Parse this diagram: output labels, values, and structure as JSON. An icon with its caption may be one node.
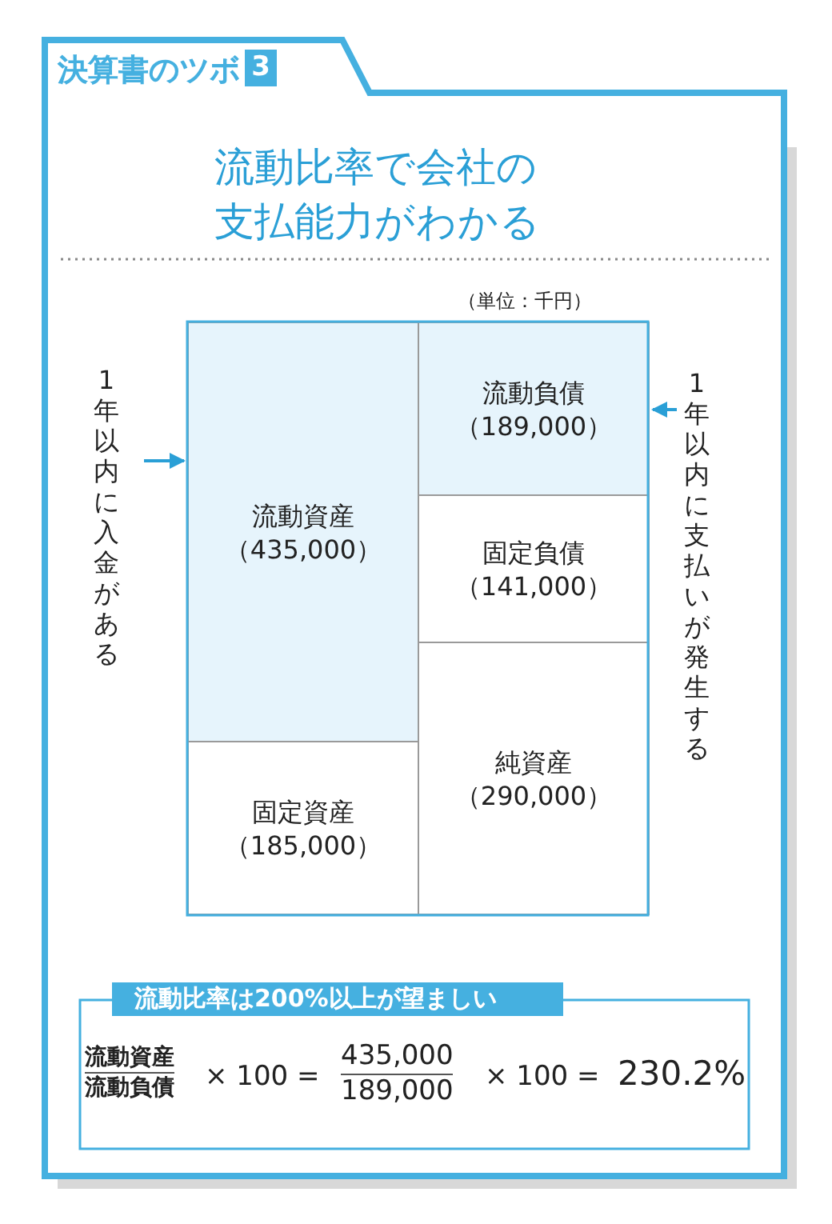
{
  "diagram": {
    "title": "流動比率で会社の支払能力がわかる",
    "nodes": [
      {
        "text": [
          "流動資産",
          "（435,000）"
        ]
      },
      {
        "text": [
          "固定資産",
          "（185,000）"
        ]
      },
      {
        "text": [
          "流動負債",
          "（189,000）"
        ]
      },
      {
        "text": [
          "固定負債",
          "（141,000）"
        ]
      },
      {
        "text": [
          "純資産",
          "（290,000）"
        ]
      },
      {
        "text": [
          "1年以内に入金がある"
        ]
      },
      {
        "text": [
          "1年以内に支払いが発生する"
        ]
      },
      {
        "text": [
          "流動比率は200%以上が望ましい"
        ]
      }
    ],
    "edges": [
      {
        "from": 5,
        "to": 0,
        "arrow": "to"
      },
      {
        "from": 6,
        "to": 2,
        "arrow": "to"
      }
    ],
    "labels": [
      "決算書のツボ",
      "3",
      "（単位：千円）",
      "流動資産",
      "流動負債",
      "× 100 =",
      "435,000",
      "189,000",
      "× 100 =",
      "230.2%"
    ]
  }
}
